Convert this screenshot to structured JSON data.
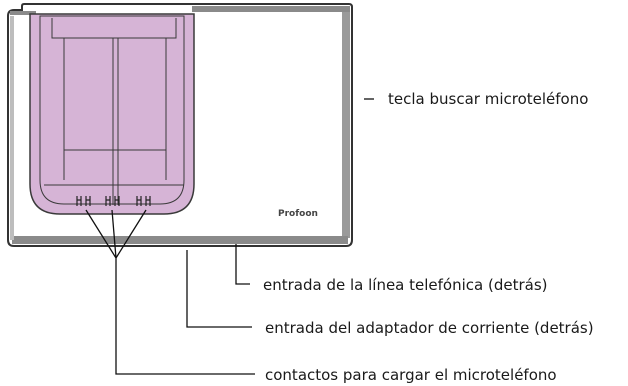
{
  "device": {
    "brand_logo": "Profoon"
  },
  "callouts": [
    {
      "id": "find-handset-key",
      "text": "tecla buscar microteléfono"
    },
    {
      "id": "phone-line-input",
      "text": "entrada de la línea telefónica (detrás)"
    },
    {
      "id": "power-adapter-input",
      "text": "entrada del adaptador de corriente (detrás)"
    },
    {
      "id": "charging-contacts",
      "text": "contactos para cargar el microteléfono"
    }
  ],
  "colors": {
    "cradle_fill": "#d6b4d6",
    "body_outline": "#333333",
    "body_fill": "#ffffff",
    "leader_line": "#111111"
  }
}
